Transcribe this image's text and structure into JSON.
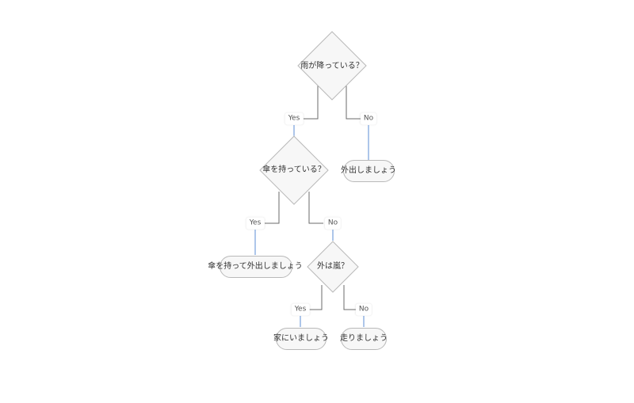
{
  "diagram": {
    "type": "flowchart",
    "colors": {
      "line": "#6b6b6b",
      "arrow": "#5b8ed6",
      "node_fill": "#f7f7f7",
      "node_border": "#b9b9b9"
    },
    "nodes": {
      "q1": {
        "label": "雨が降っている？",
        "shape": "diamond"
      },
      "q2": {
        "label": "傘を持っている？",
        "shape": "diamond"
      },
      "q3": {
        "label": "外は嵐？",
        "shape": "diamond"
      },
      "go_out": {
        "label": "外出しましょう",
        "shape": "terminal"
      },
      "go_out_umbrella": {
        "label": "傘を持って外出しましょう",
        "shape": "terminal"
      },
      "stay_home": {
        "label": "家にいましょう",
        "shape": "terminal"
      },
      "run": {
        "label": "走りましょう",
        "shape": "terminal"
      }
    },
    "edges": [
      {
        "from": "q1",
        "to": "q2",
        "label": "Yes"
      },
      {
        "from": "q1",
        "to": "go_out",
        "label": "No"
      },
      {
        "from": "q2",
        "to": "go_out_umbrella",
        "label": "Yes"
      },
      {
        "from": "q2",
        "to": "q3",
        "label": "No"
      },
      {
        "from": "q3",
        "to": "stay_home",
        "label": "Yes"
      },
      {
        "from": "q3",
        "to": "run",
        "label": "No"
      }
    ]
  }
}
